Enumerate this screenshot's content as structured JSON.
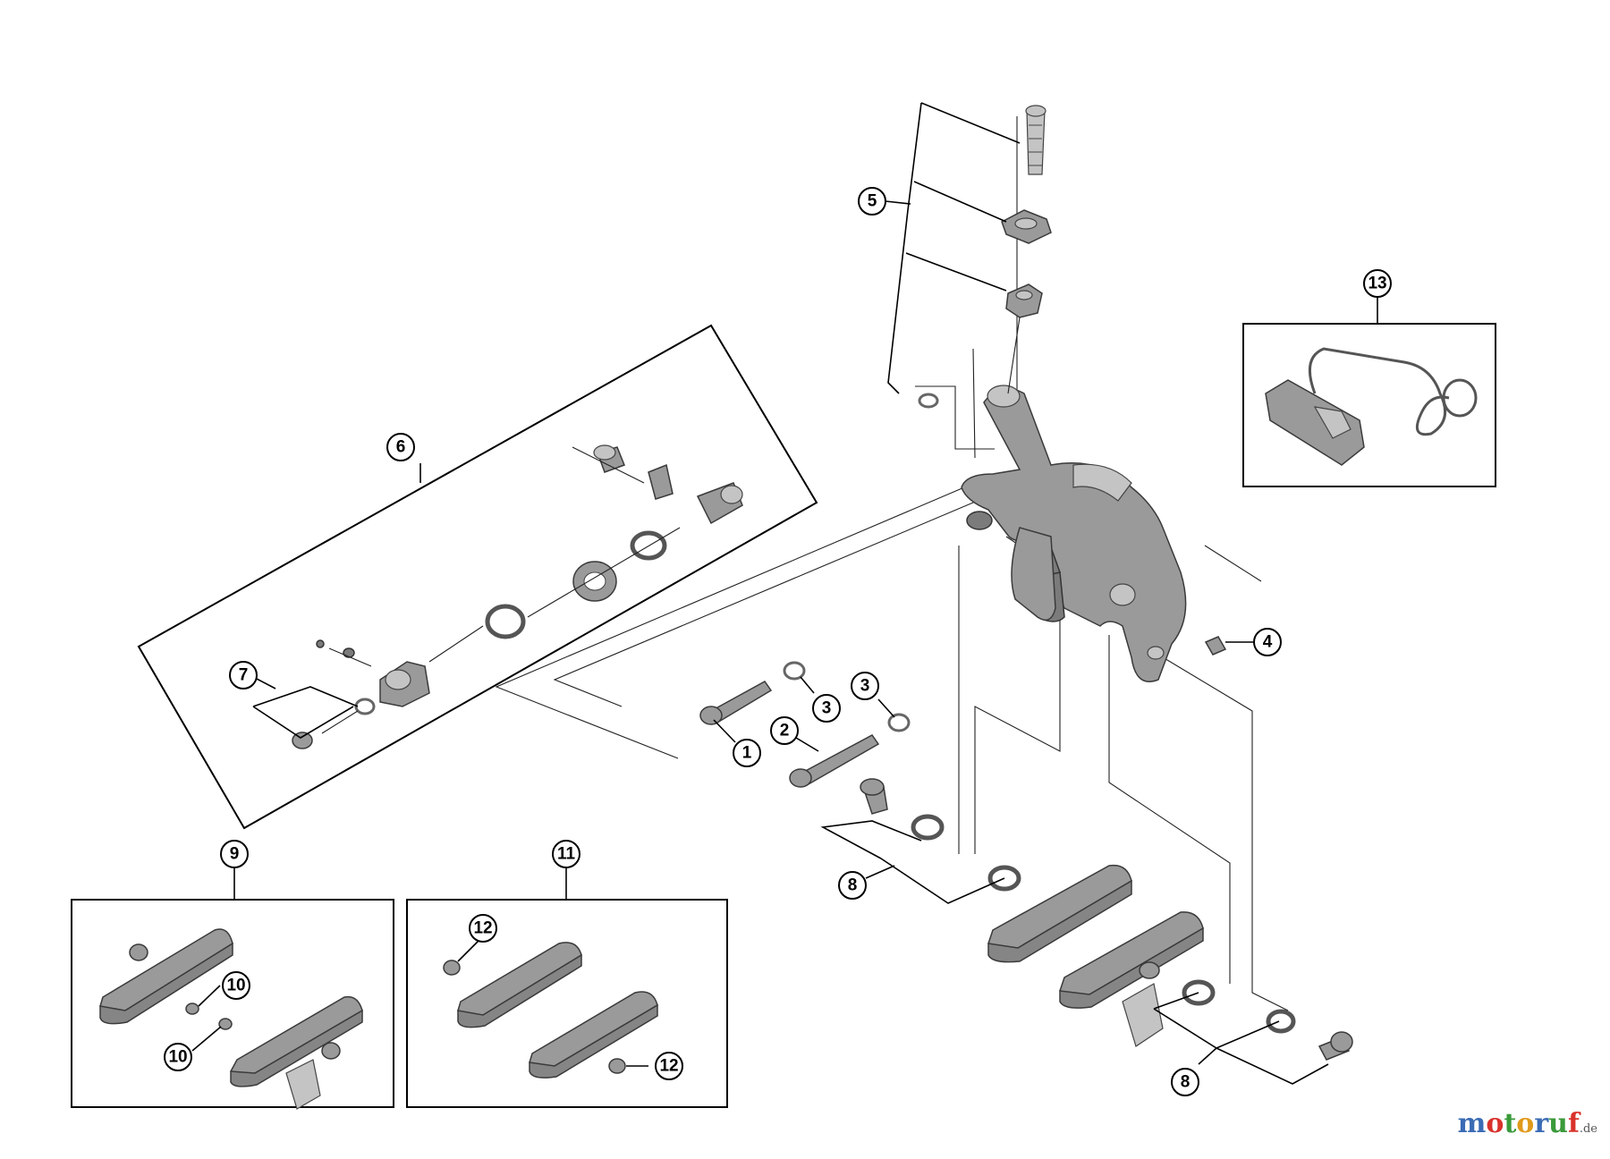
{
  "callouts": [
    "1",
    "2",
    "3",
    "3",
    "4",
    "5",
    "6",
    "7",
    "8",
    "8",
    "9",
    "10",
    "10",
    "11",
    "12",
    "12",
    "13"
  ],
  "watermark": {
    "letters": [
      {
        "char": "m",
        "color": "#3a6bb5"
      },
      {
        "char": "o",
        "color": "#d8322b"
      },
      {
        "char": "t",
        "color": "#3a9a3a"
      },
      {
        "char": "o",
        "color": "#e09a1a"
      },
      {
        "char": "r",
        "color": "#3a6bb5"
      },
      {
        "char": "u",
        "color": "#3a9a3a"
      },
      {
        "char": "f",
        "color": "#d8322b"
      }
    ],
    "tld": ".de"
  }
}
